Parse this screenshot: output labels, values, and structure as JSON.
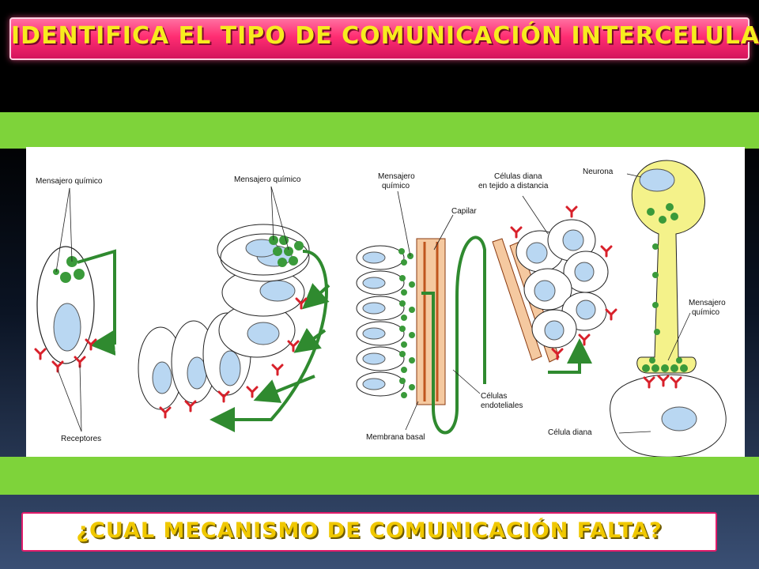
{
  "title": "IDENTIFICA EL TIPO DE COMUNICACIÓN INTERCELULAR",
  "question": "¿CUAL MECANISMO DE COMUNICACIÓN FALTA?",
  "diagram": {
    "labels": {
      "mensajero1": "Mensajero químico",
      "receptores": "Receptores",
      "mensajero2": "Mensajero químico",
      "mensajero3_line1": "Mensajero",
      "mensajero3_line2": "químico",
      "capilar": "Capilar",
      "membrana": "Membrana basal",
      "celulas_endo_line1": "Células",
      "celulas_endo_line2": "endoteliales",
      "diana_tejido_line1": "Células diana",
      "diana_tejido_line2": "en tejido a distancia",
      "neurona": "Neurona",
      "mensajero4_line1": "Mensajero",
      "mensajero4_line2": "químico",
      "celula_diana": "Célula diana"
    }
  },
  "colors": {
    "title_text": "#f7ec1e",
    "title_bg": "#ff2d72",
    "band": "#7ed33a",
    "question_text": "#f0c800",
    "messenger": "#3a9a3a",
    "receptor": "#d8202a",
    "nucleus": "#b9d7f2",
    "neuron": "#f4f28a",
    "capillary": "#f5c9a0"
  }
}
